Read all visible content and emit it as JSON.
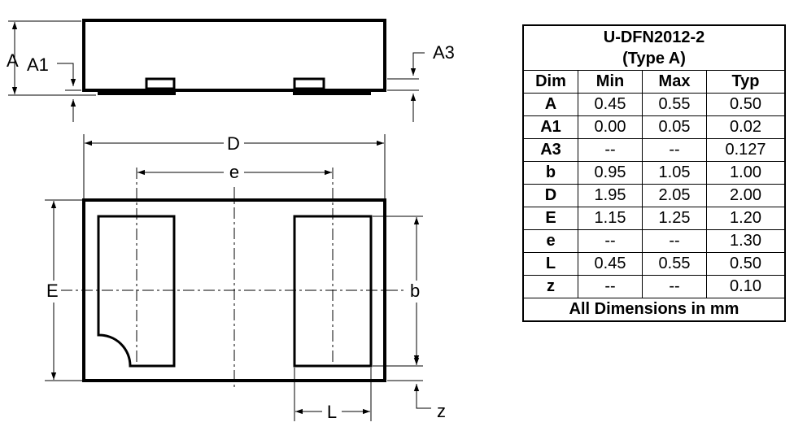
{
  "labels": {
    "A": "A",
    "A1": "A1",
    "A3": "A3",
    "D": "D",
    "e": "e",
    "E": "E",
    "b": "b",
    "L": "L",
    "z": "z"
  },
  "table": {
    "title_line1": "U-DFN2012-2",
    "title_line2": "(Type A)",
    "headers": [
      "Dim",
      "Min",
      "Max",
      "Typ"
    ],
    "rows": [
      [
        "A",
        "0.45",
        "0.55",
        "0.50"
      ],
      [
        "A1",
        "0.00",
        "0.05",
        "0.02"
      ],
      [
        "A3",
        "--",
        "--",
        "0.127"
      ],
      [
        "b",
        "0.95",
        "1.05",
        "1.00"
      ],
      [
        "D",
        "1.95",
        "2.05",
        "2.00"
      ],
      [
        "E",
        "1.15",
        "1.25",
        "1.20"
      ],
      [
        "e",
        "--",
        "--",
        "1.30"
      ],
      [
        "L",
        "0.45",
        "0.55",
        "0.50"
      ],
      [
        "z",
        "--",
        "--",
        "0.10"
      ]
    ],
    "footer": "All Dimensions in mm"
  }
}
